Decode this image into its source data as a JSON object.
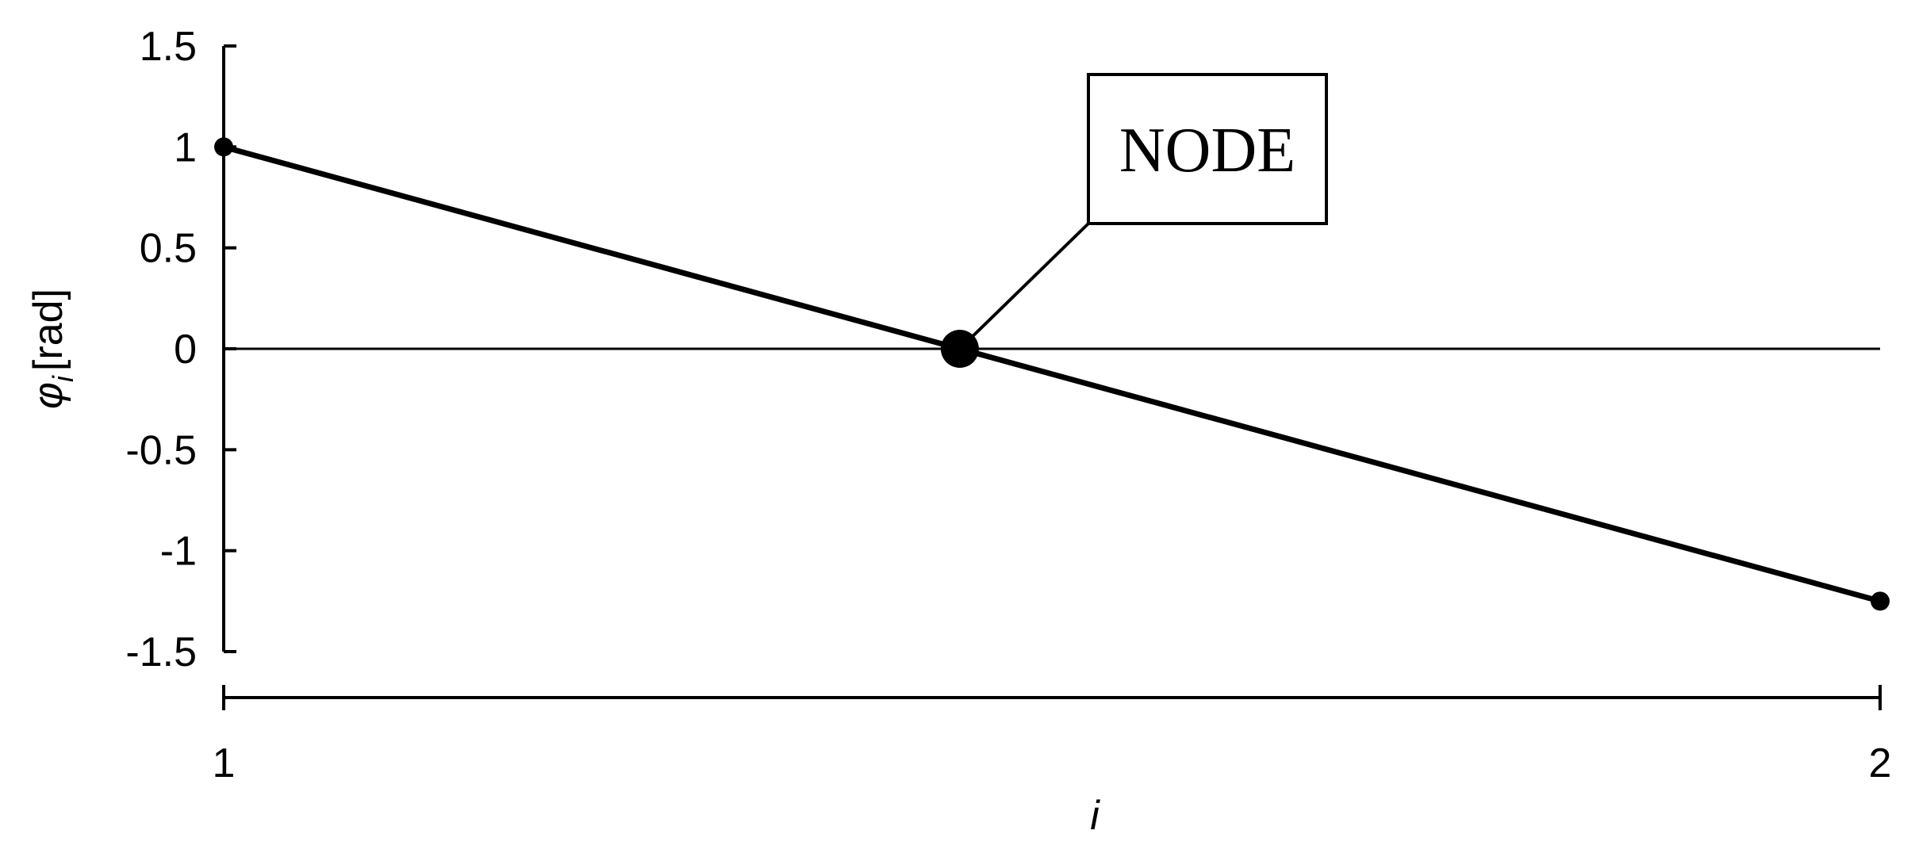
{
  "chart_data": {
    "type": "line",
    "title": "",
    "xlabel": "i",
    "ylabel": {
      "symbol": "φ",
      "subscript": "i",
      "unit": "[rad]"
    },
    "x": [
      1,
      2
    ],
    "series": [
      {
        "values": [
          1,
          -1.25
        ]
      }
    ],
    "xlim": [
      1,
      2
    ],
    "ylim": [
      -1.5,
      1.5
    ],
    "x_ticks": [
      "1",
      "2"
    ],
    "y_ticks": [
      "1.5",
      "1",
      "0.5",
      "0",
      "-0.5",
      "-1",
      "-1.5"
    ],
    "y_tick_values": [
      1.5,
      1,
      0.5,
      0,
      -0.5,
      -1,
      -1.5
    ],
    "grid": false,
    "zero_line": true,
    "annotation": {
      "text": "NODE",
      "x": 1.4444,
      "y": 0
    },
    "colors": {
      "line": "#000000",
      "axis": "#000000"
    }
  }
}
